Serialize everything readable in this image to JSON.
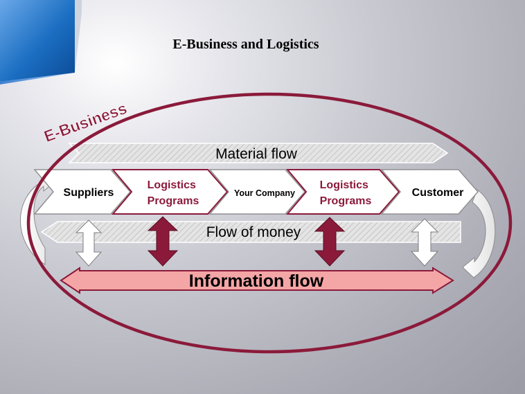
{
  "title": "E-Business and Logistics",
  "diagram": {
    "boundary_label": "E-Business",
    "material_flow_label": "Material flow",
    "money_flow_label": "Flow of money",
    "information_flow_label": "Information flow",
    "chain": [
      {
        "label": "Suppliers",
        "highlight": false
      },
      {
        "label": "Logistics Programs",
        "highlight": true
      },
      {
        "label": "Your Company",
        "highlight": false
      },
      {
        "label": "Logistics Programs",
        "highlight": true
      },
      {
        "label": "Customer",
        "highlight": false
      }
    ],
    "colors": {
      "accent": "#8b1a3a",
      "info_fill": "#f4a6a6",
      "band_fill": "#dcdcdc",
      "blue": "#1b6ec2"
    }
  }
}
